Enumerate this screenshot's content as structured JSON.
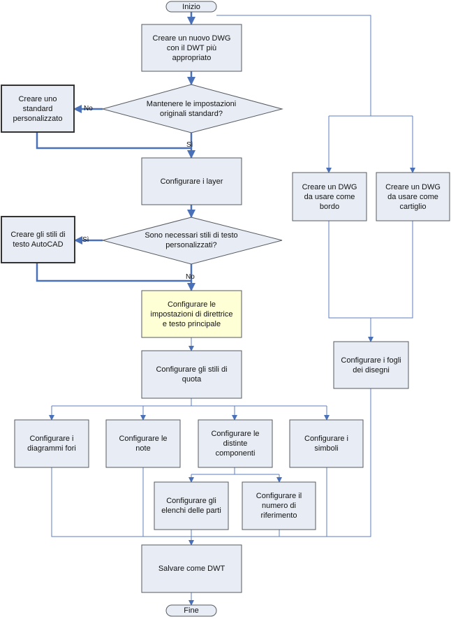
{
  "nodes": {
    "start": "Inizio",
    "new_dwg": "Creare un nuovo DWG\ncon il DWT più\nappropriato",
    "keep_std": "Mantenere le impostazioni\noriginali standard?",
    "custom_std": "Creare uno\nstandard\npersonalizzato",
    "layers": "Configurare i layer",
    "need_styles": "Sono necessari stili di testo\npersonalizzati?",
    "text_styles": "Creare gli stili di\ntesto AutoCAD",
    "leader": "Configurare le\nimpostazioni di direttrice\ne testo principale",
    "dim_styles": "Configurare gli stili di\nquota",
    "hole_charts": "Configurare i\ndiagrammi fori",
    "notes": "Configurare le\nnote",
    "bom": "Configurare le\ndistinte\ncomponenti",
    "symbols": "Configurare i\nsimboli",
    "parts_lists": "Configurare gli\nelenchi delle parti",
    "balloons": "Configurare il\nnumero di\nriferimento",
    "save_dwt": "Salvare come DWT",
    "end": "Fine",
    "border": "Creare un DWG\nda usare come\nbordo",
    "title_block": "Creare un DWG\nda usare come\ncartiglio",
    "sheets": "Configurare i fogli\ndei disegni"
  },
  "labels": {
    "no1": "No",
    "si1": "Sì",
    "si2": "Sì",
    "no2": "No"
  },
  "colors": {
    "box_fill": "#e8edf5",
    "highlight_fill": "#ffffd6",
    "connector": "#5b7ec2"
  }
}
